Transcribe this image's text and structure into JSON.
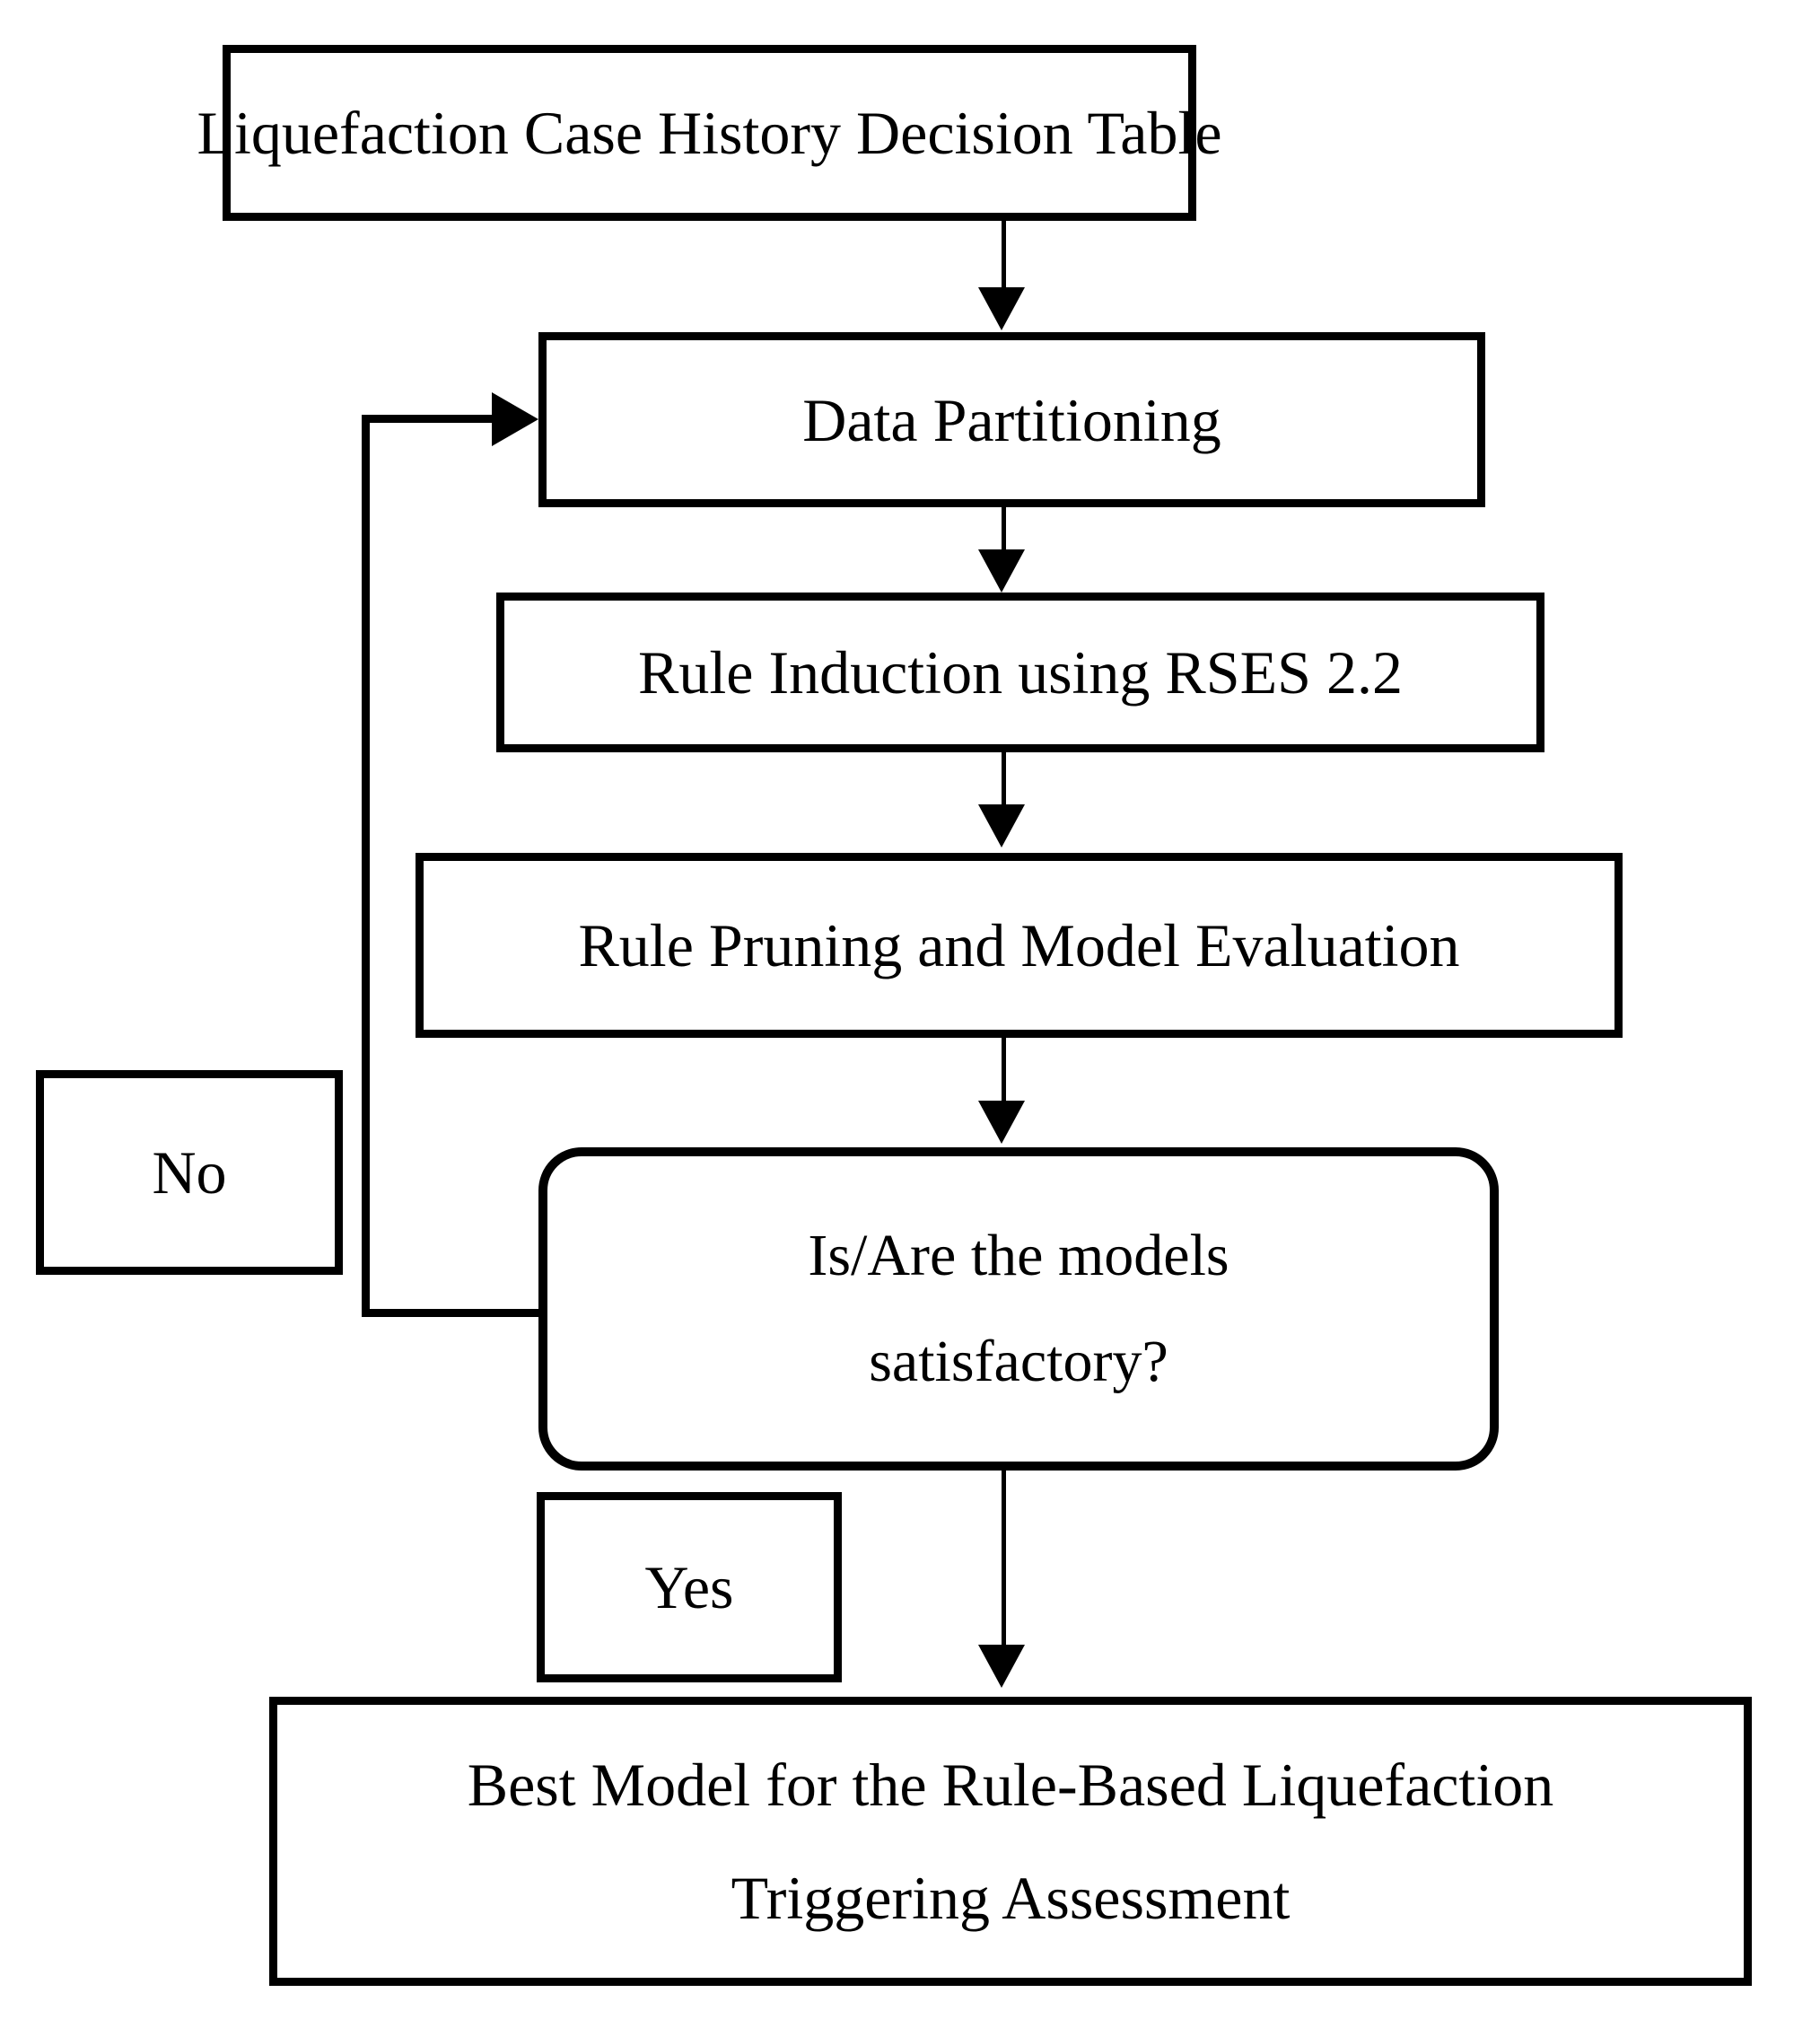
{
  "diagram": {
    "type": "flowchart",
    "title": "Rule-Based Liquefaction Triggering Assessment Workflow",
    "nodes": {
      "title_box": {
        "label": "Liquefaction Case History Decision Table",
        "shape": "rectangle"
      },
      "data_partitioning": {
        "label": "Data Partitioning",
        "shape": "rectangle"
      },
      "rule_induction": {
        "label": "Rule Induction using RSES 2.2",
        "shape": "rectangle"
      },
      "rule_pruning": {
        "label": "Rule Pruning and Model Evaluation",
        "shape": "rectangle"
      },
      "decision": {
        "line1": "Is/Are the models",
        "line2": "satisfactory?",
        "shape": "rounded-rectangle"
      },
      "no_label": {
        "label": "No",
        "shape": "rectangle"
      },
      "yes_label": {
        "label": "Yes",
        "shape": "rectangle"
      },
      "best_model": {
        "line1": "Best Model for the Rule-Based Liquefaction",
        "line2": "Triggering Assessment",
        "shape": "rectangle"
      }
    },
    "edges": [
      {
        "from": "title_box",
        "to": "data_partitioning",
        "label": "",
        "style": "arrow-down"
      },
      {
        "from": "data_partitioning",
        "to": "rule_induction",
        "label": "",
        "style": "arrow-down"
      },
      {
        "from": "rule_induction",
        "to": "rule_pruning",
        "label": "",
        "style": "arrow-down"
      },
      {
        "from": "rule_pruning",
        "to": "decision",
        "label": "",
        "style": "arrow-down"
      },
      {
        "from": "decision",
        "to": "data_partitioning",
        "label": "No",
        "style": "feedback-loop-left"
      },
      {
        "from": "decision",
        "to": "best_model",
        "label": "Yes",
        "style": "arrow-down"
      }
    ],
    "colors": {
      "stroke": "#000000",
      "fill": "#ffffff",
      "text": "#000000"
    }
  }
}
